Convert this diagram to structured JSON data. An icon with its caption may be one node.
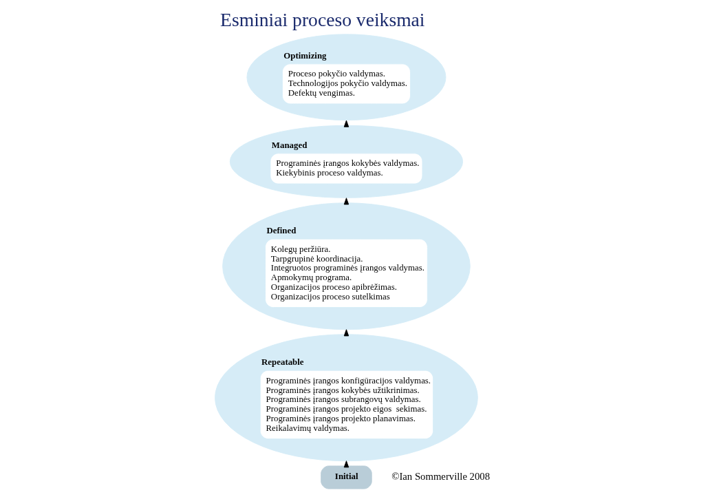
{
  "diagram": {
    "title": "Esminiai proceso veiksmai",
    "nodes": [
      {
        "text": [
          "Initial"
        ]
      },
      {
        "text": [
          "Repeatable",
          "Programinės įrangos konfigūracijos valdymas.",
          "Programinės įrangos kokybės užtikrinimas.",
          "Programinės įrangos subrangovų valdymas.",
          "Programinės įrangos projekto eigos  sekimas.",
          "Programinės įrangos projekto planavimas.",
          "Reikalavimų valdymas."
        ]
      },
      {
        "text": [
          "Defined",
          "Kolegų peržiūra.",
          "Tarpgrupinė koordinacija.",
          "Integruotos programinės įrangos valdymas.",
          "Apmokymų programa.",
          "Organizacijos proceso apibrėžimas.",
          "Organizacijos proceso sutelkimas"
        ]
      },
      {
        "text": [
          "Managed",
          "Programinės įrangos kokybės valdymas.",
          "Kiekybinis proceso valdymas."
        ]
      },
      {
        "text": [
          "Optimizing",
          "Proceso pokyčio valdymas.",
          "Technologijos pokyčio valdymas.",
          "Defektų vengimas."
        ]
      }
    ],
    "edges": [
      {
        "from": 0,
        "to": 1,
        "arrow": "to"
      },
      {
        "from": 1,
        "to": 2,
        "arrow": "to"
      },
      {
        "from": 2,
        "to": 3,
        "arrow": "to"
      },
      {
        "from": 3,
        "to": 4,
        "arrow": "to"
      }
    ],
    "labels": [
      "©Ian Sommerville 2008"
    ]
  }
}
